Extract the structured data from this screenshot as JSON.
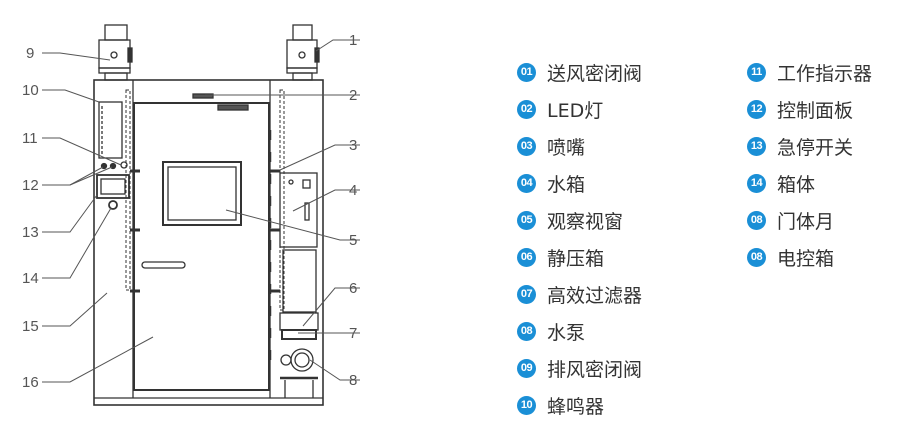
{
  "diagram": {
    "callouts_left": [
      "9",
      "10",
      "11",
      "12",
      "13",
      "14",
      "15",
      "16"
    ],
    "callouts_right": [
      "1",
      "2",
      "3",
      "4",
      "5",
      "6",
      "7",
      "8"
    ]
  },
  "legend": {
    "accent_color": "#1a8fd6",
    "column1": [
      {
        "num": "01",
        "label": "送风密闭阀"
      },
      {
        "num": "02",
        "label": "LED灯"
      },
      {
        "num": "03",
        "label": "喷嘴"
      },
      {
        "num": "04",
        "label": "水箱"
      },
      {
        "num": "05",
        "label": "观察视窗"
      },
      {
        "num": "06",
        "label": "静压箱"
      },
      {
        "num": "07",
        "label": "高效过滤器"
      },
      {
        "num": "08",
        "label": "水泵"
      },
      {
        "num": "09",
        "label": "排风密闭阀"
      },
      {
        "num": "10",
        "label": "蜂鸣器"
      }
    ],
    "column2": [
      {
        "num": "11",
        "label": "工作指示器"
      },
      {
        "num": "12",
        "label": "控制面板"
      },
      {
        "num": "13",
        "label": "急停开关"
      },
      {
        "num": "14",
        "label": "箱体"
      },
      {
        "num": "08",
        "label": "门体月"
      },
      {
        "num": "08",
        "label": "电控箱"
      }
    ]
  }
}
